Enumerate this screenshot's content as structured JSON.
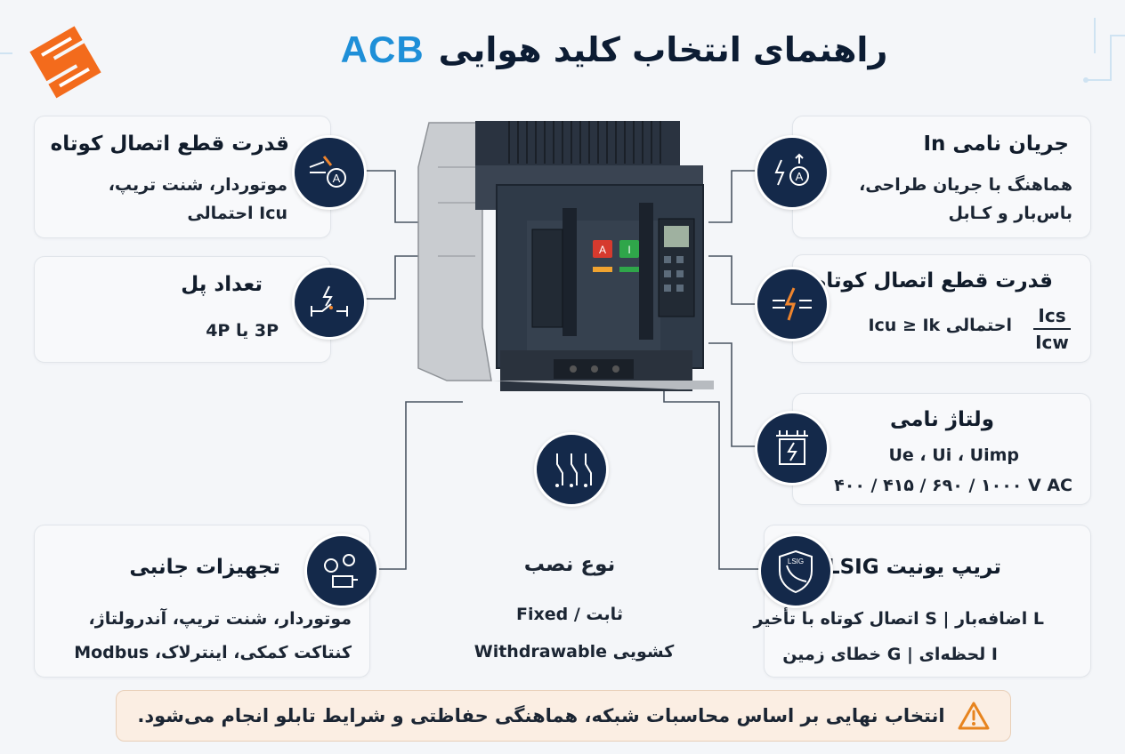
{
  "header": {
    "title_fa": "راهنمای انتخاب کلید هوایی",
    "title_latin": "ACB"
  },
  "cards": {
    "breaking_left": {
      "title": "قدرت قطع اتصال کوتاه",
      "line1": "موتوردار، شنت تریپ،",
      "line2": "Icu احتمالی",
      "icon": "breaker-ammeter-icon"
    },
    "poles": {
      "title": "تعداد پل",
      "line1": "3P یا 4P",
      "icon": "pole-switch-icon"
    },
    "accessories": {
      "title": "تجهیزات جانبی",
      "line1": "موتوردار، شنت تریپ، آندرولتاژ،",
      "line2": "کنتاکت کمکی، اینترلاک، Modbus",
      "icon": "gears-motor-icon"
    },
    "mounting": {
      "title": "نوع نصب",
      "line1": "ثابت / Fixed",
      "line2": "کشویی Withdrawable",
      "icon": "contacts-icon"
    },
    "rated_current": {
      "title": "جریان نامی In",
      "line1": "هماهنگ با جریان طراحی،",
      "line2": "باس‌بار و کـابل",
      "icon": "current-ammeter-icon"
    },
    "breaking_right": {
      "title": "قدرت قطع اتصال کوتاه",
      "line1": "احتمالی Icu ≥ Ik",
      "frac_top": "Ics",
      "frac_bottom": "Icw",
      "icon": "lightning-breaker-icon"
    },
    "voltage": {
      "title": "ولتاژ نامی",
      "line1": "Ue ، Ui ، Uimp",
      "line2": "۴۰۰ / ۴۱۵ / ۶۹۰ / ۱۰۰۰ V AC",
      "icon": "transformer-icon"
    },
    "trip_unit": {
      "title": "تریپ یونیت LSIG",
      "line1": "L اضافه‌بار | S اتصال کوتاه با تأخیر",
      "line2": "I لحظه‌ای | G خطای زمین",
      "icon_label": "LSIG",
      "icon": "shield-curve-icon"
    }
  },
  "device": {
    "button_on": "I",
    "button_off": "A"
  },
  "footer": {
    "text": "انتخاب نهایی بر اساس محاسبات شبکه، هماهنگی حفاظتی و شرایط تابلو انجام می‌شود.",
    "icon": "warning-icon"
  },
  "colors": {
    "accent_blue": "#1e8fd8",
    "navy": "#14294a",
    "orange": "#f0852d",
    "footer_bg": "#fbeee3"
  }
}
